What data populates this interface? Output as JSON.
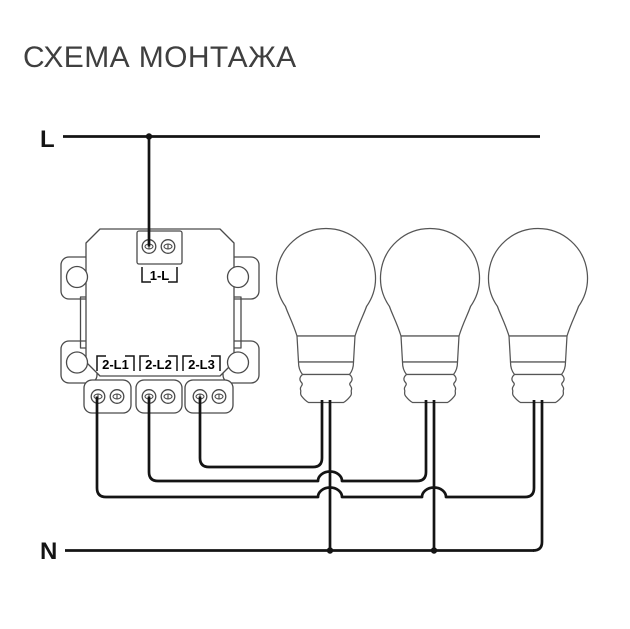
{
  "title": "СХЕМА МОНТАЖА",
  "lines": {
    "live_label": "L",
    "neutral_label": "N"
  },
  "switch_device": {
    "top_terminal_label": "1-L",
    "bottom_terminal_labels": [
      "2-L1",
      "2-L2",
      "2-L3"
    ]
  },
  "lamps": {
    "count": 3
  },
  "colors": {
    "background": "#ffffff",
    "wire": "#141414",
    "device_outline": "#4a4a4a",
    "bulb_outline": "#555555",
    "title_text": "#3f3f3f",
    "label_text": "#000000"
  }
}
